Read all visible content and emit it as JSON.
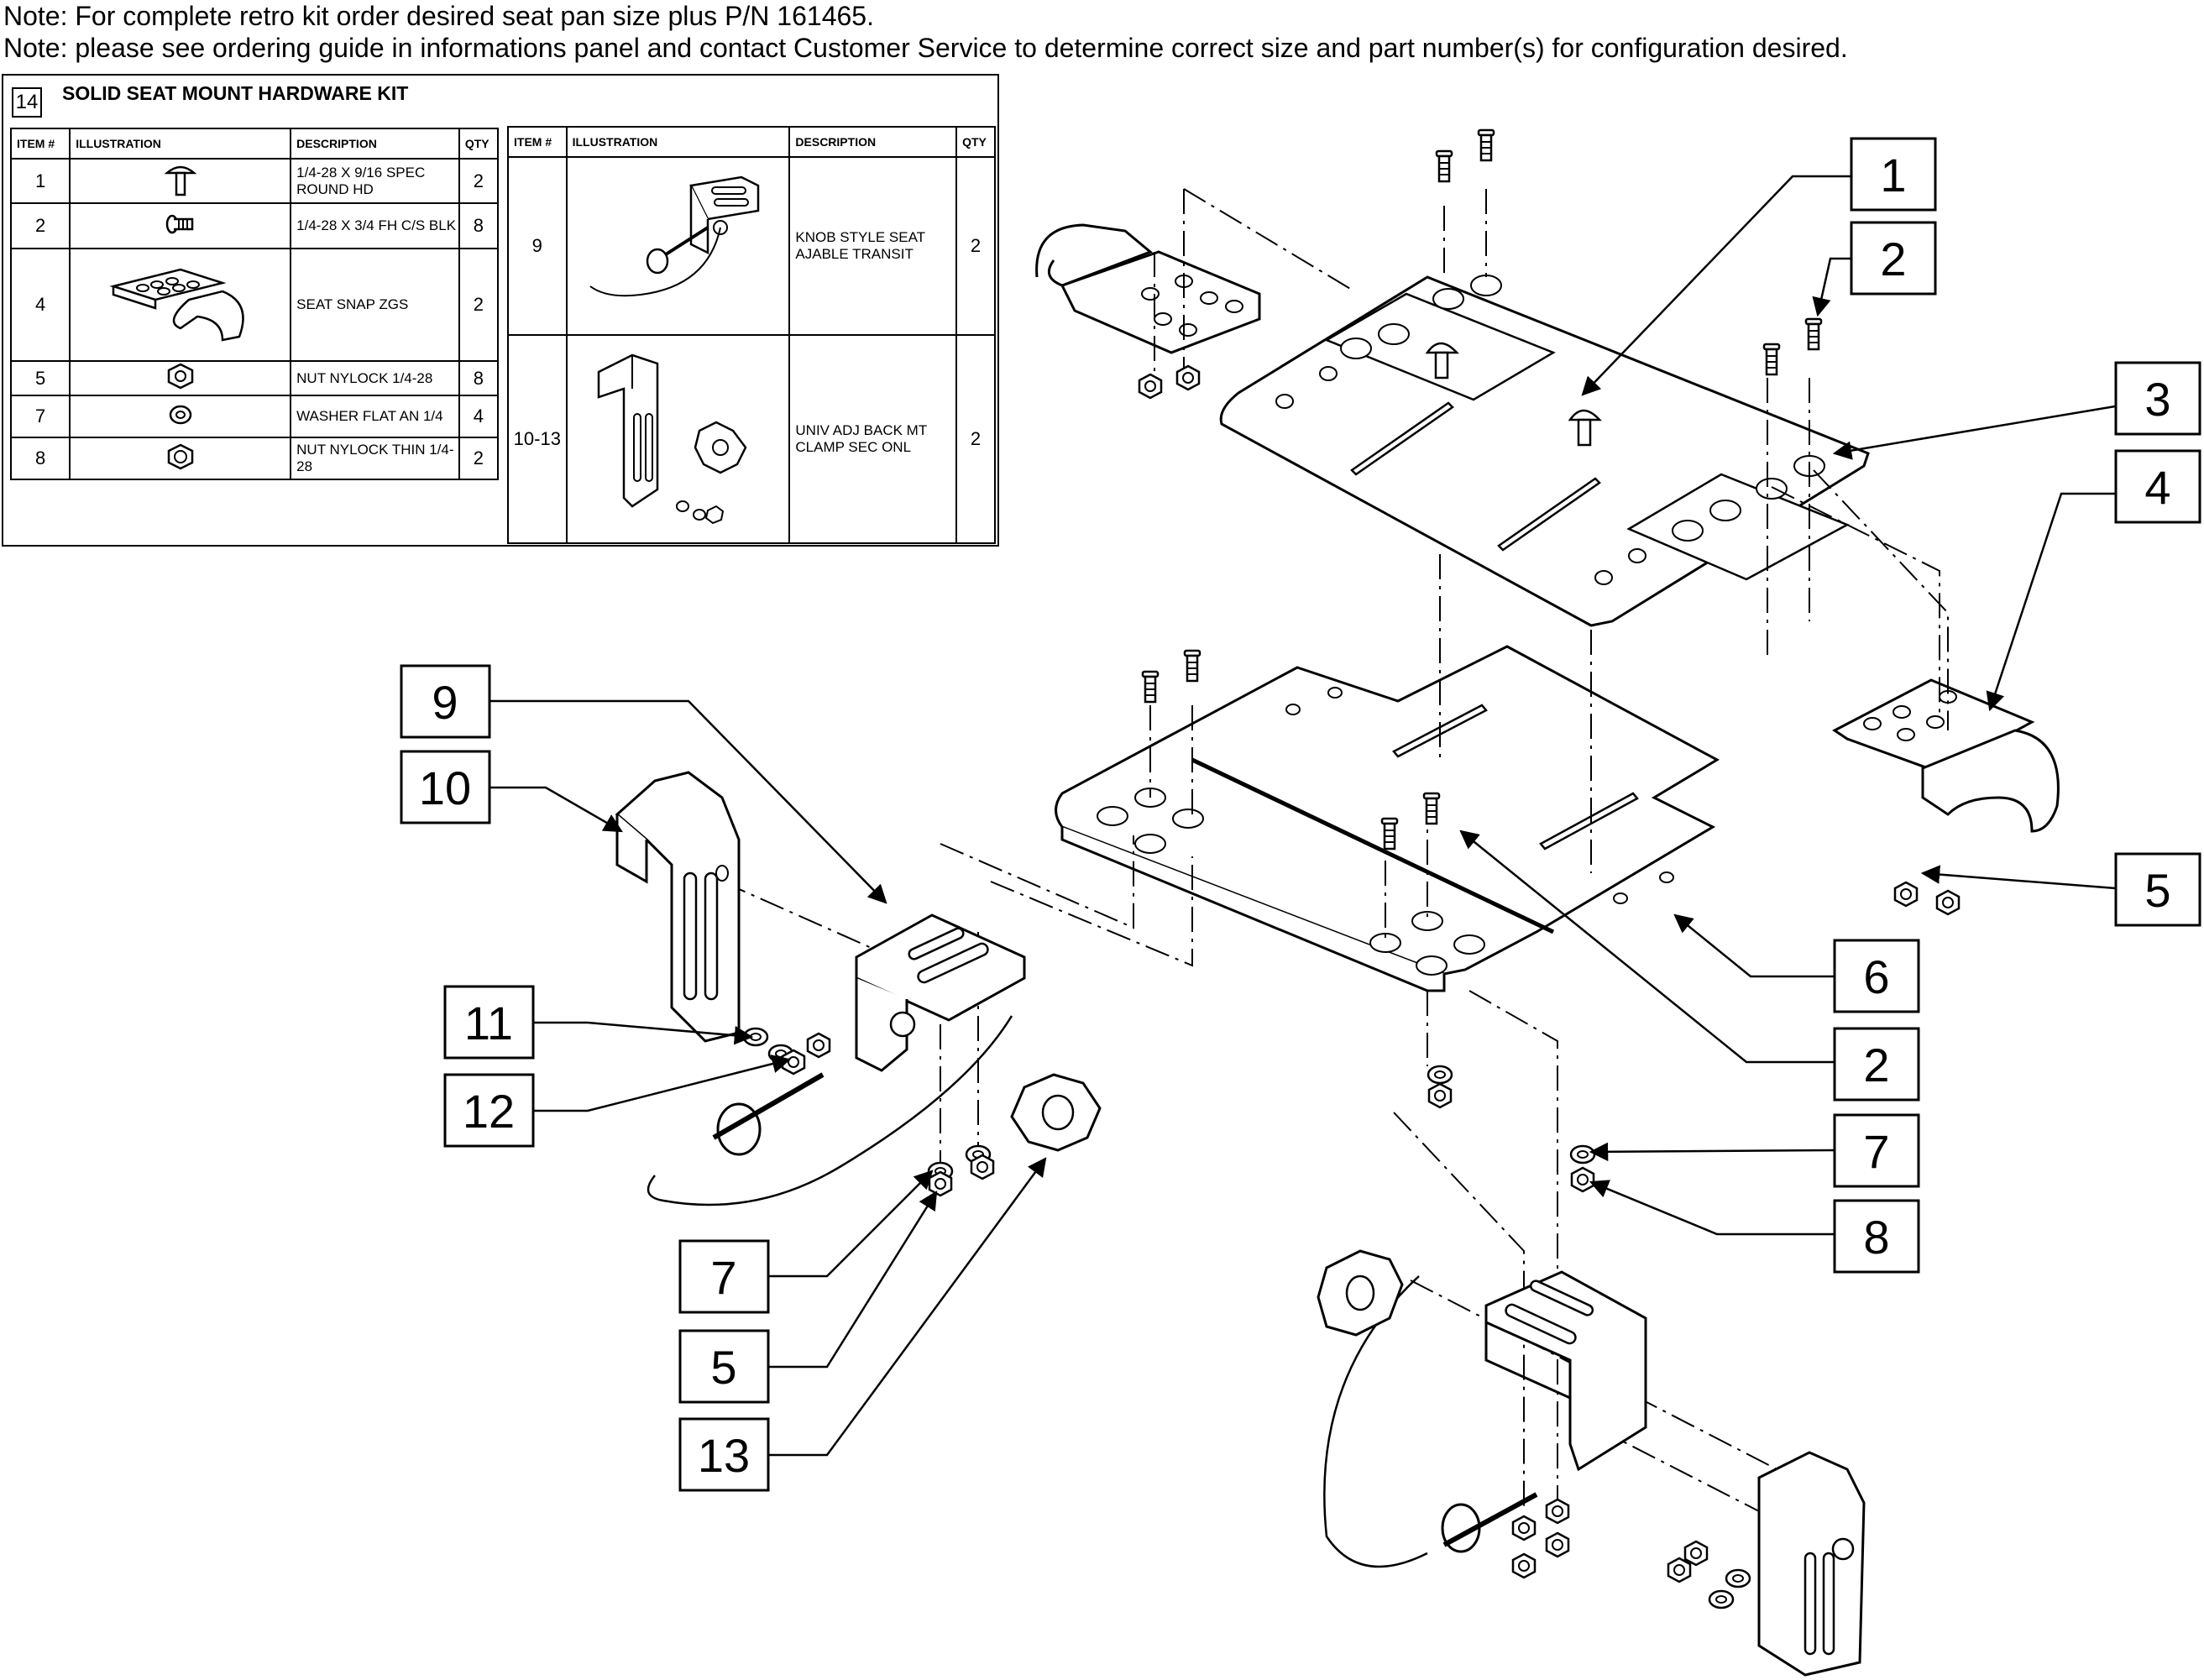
{
  "notes": [
    "Note: For complete retro kit order desired seat pan size plus P/N 161465.",
    "Note: please see ordering guide in informations panel and contact Customer Service to determine correct size and part number(s) for configuration desired."
  ],
  "kit": {
    "number": "14",
    "title": "SOLID SEAT MOUNT HARDWARE KIT",
    "headers": {
      "item": "ITEM #",
      "illustration": "ILLUSTRATION",
      "description": "DESCRIPTION",
      "qty": "QTY"
    },
    "left_rows": [
      {
        "item": "1",
        "description": "1/4-28 X 9/16 SPEC ROUND HD",
        "qty": "2",
        "icon": "round-head-bolt-icon"
      },
      {
        "item": "2",
        "description": "1/4-28 X 3/4 FH C/S BLK",
        "qty": "8",
        "icon": "flat-head-screw-icon"
      },
      {
        "item": "4",
        "description": "SEAT SNAP ZGS",
        "qty": "2",
        "icon": "seat-snap-icon"
      },
      {
        "item": "5",
        "description": "NUT NYLOCK 1/4-28",
        "qty": "8",
        "icon": "nylock-nut-icon"
      },
      {
        "item": "7",
        "description": "WASHER FLAT AN 1/4",
        "qty": "4",
        "icon": "flat-washer-icon"
      },
      {
        "item": "8",
        "description": "NUT NYLOCK THIN 1/4-28",
        "qty": "2",
        "icon": "thin-nylock-nut-icon"
      }
    ],
    "right_rows": [
      {
        "item": "9",
        "description": "KNOB STYLE SEAT AJABLE TRANSIT",
        "qty": "2",
        "icon": "seat-bracket-icon"
      },
      {
        "item": "10-13",
        "description": "UNIV ADJ BACK MT CLAMP SEC ONL",
        "qty": "2",
        "icon": "back-clamp-icon"
      }
    ]
  },
  "callouts": [
    "1",
    "2",
    "3",
    "4",
    "5",
    "6",
    "2",
    "7",
    "8",
    "9",
    "10",
    "11",
    "12",
    "7",
    "5",
    "13"
  ]
}
